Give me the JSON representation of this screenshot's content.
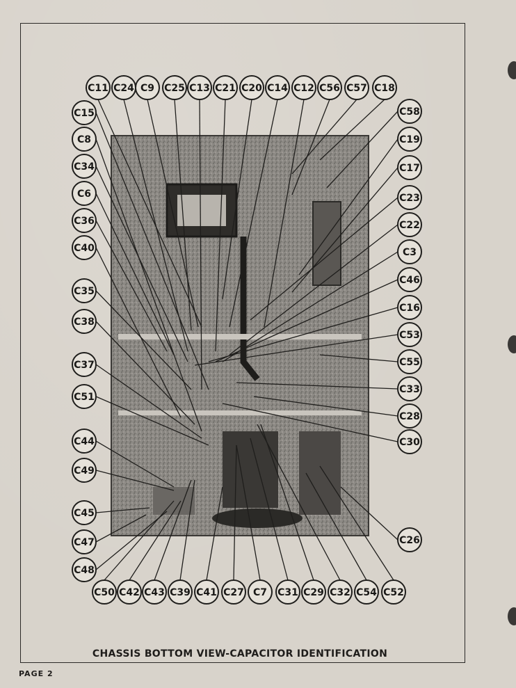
{
  "caption": "CHASSIS BOTTOM VIEW-CAPACITOR IDENTIFICATION",
  "page_label": "PAGE 2",
  "labels": {
    "top": [
      "C11",
      "C24",
      "C9",
      "C25",
      "C13",
      "C21",
      "C20",
      "C14",
      "C12",
      "C56",
      "C57",
      "C18"
    ],
    "left": [
      "C15",
      "C8",
      "C34",
      "C6",
      "C36",
      "C40",
      "C35",
      "C38",
      "C37",
      "C51",
      "C44",
      "C49",
      "C45",
      "C47",
      "C48"
    ],
    "right": [
      "C58",
      "C19",
      "C17",
      "C23",
      "C22",
      "C3",
      "C46",
      "C16",
      "C53",
      "C55",
      "C33",
      "C28",
      "C30",
      "C26"
    ],
    "bottom": [
      "C50",
      "C42",
      "C43",
      "C39",
      "C41",
      "C27",
      "C7",
      "C31",
      "C29",
      "C32",
      "C54",
      "C52"
    ]
  }
}
